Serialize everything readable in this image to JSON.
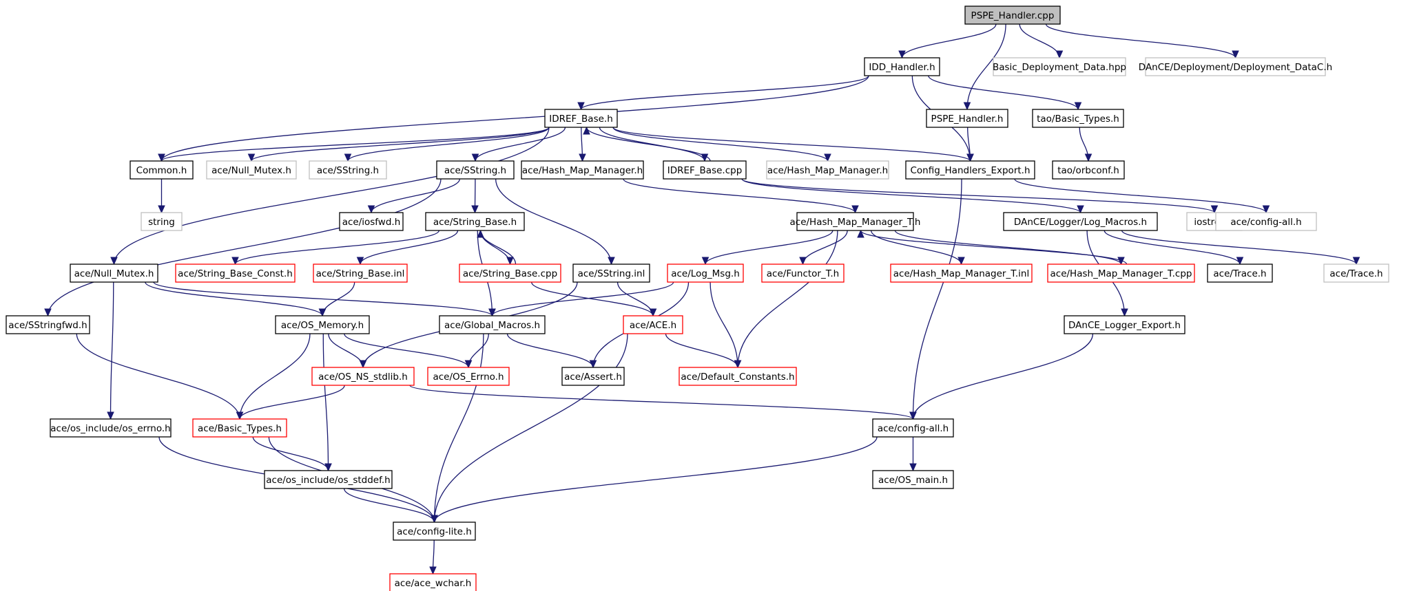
{
  "colors": {
    "edge": "#191970",
    "border_normal": "#000000",
    "border_missing": "#bfbfbf",
    "border_linked": "#ff0000",
    "root_fill": "#bfbfbf"
  },
  "nodes": [
    {
      "id": "n0",
      "label": "PSPE_Handler.cpp",
      "kind": "root"
    },
    {
      "id": "n1",
      "label": "IDD_Handler.h",
      "kind": "normal"
    },
    {
      "id": "n2",
      "label": "Basic_Deployment_Data.hpp",
      "kind": "missing"
    },
    {
      "id": "n3",
      "label": "DAnCE/Deployment/Deployment_DataC.h",
      "kind": "missing"
    },
    {
      "id": "n4",
      "label": "IDREF_Base.h",
      "kind": "normal"
    },
    {
      "id": "n5",
      "label": "PSPE_Handler.h",
      "kind": "normal"
    },
    {
      "id": "n6",
      "label": "tao/Basic_Types.h",
      "kind": "normal"
    },
    {
      "id": "n7",
      "label": "Common.h",
      "kind": "normal"
    },
    {
      "id": "n8",
      "label": "ace/Null_Mutex.h",
      "kind": "missing"
    },
    {
      "id": "n9",
      "label": "ace/SString.h",
      "kind": "missing"
    },
    {
      "id": "n10",
      "label": "ace/SString.h",
      "kind": "normal"
    },
    {
      "id": "n11",
      "label": "ace/Hash_Map_Manager.h",
      "kind": "normal"
    },
    {
      "id": "n12",
      "label": "IDREF_Base.cpp",
      "kind": "normal"
    },
    {
      "id": "n13",
      "label": "ace/Hash_Map_Manager.h",
      "kind": "missing"
    },
    {
      "id": "n14",
      "label": "Config_Handlers_Export.h",
      "kind": "normal"
    },
    {
      "id": "n15",
      "label": "tao/orbconf.h",
      "kind": "normal"
    },
    {
      "id": "n16",
      "label": "string",
      "kind": "missing"
    },
    {
      "id": "n17",
      "label": "ace/iosfwd.h",
      "kind": "normal"
    },
    {
      "id": "n18",
      "label": "ace/String_Base.h",
      "kind": "normal"
    },
    {
      "id": "n19",
      "label": "ace/Hash_Map_Manager_T.h",
      "kind": "normal"
    },
    {
      "id": "n20",
      "label": "DAnCE/Logger/Log_Macros.h",
      "kind": "normal"
    },
    {
      "id": "n21",
      "label": "iostream",
      "kind": "missing"
    },
    {
      "id": "n22",
      "label": "ace/config-all.h",
      "kind": "missing"
    },
    {
      "id": "n23",
      "label": "ace/Null_Mutex.h",
      "kind": "normal"
    },
    {
      "id": "n24",
      "label": "ace/String_Base_Const.h",
      "kind": "linked"
    },
    {
      "id": "n25",
      "label": "ace/String_Base.inl",
      "kind": "linked"
    },
    {
      "id": "n26",
      "label": "ace/String_Base.cpp",
      "kind": "linked"
    },
    {
      "id": "n27",
      "label": "ace/SString.inl",
      "kind": "normal"
    },
    {
      "id": "n28",
      "label": "ace/Log_Msg.h",
      "kind": "linked"
    },
    {
      "id": "n29",
      "label": "ace/Functor_T.h",
      "kind": "linked"
    },
    {
      "id": "n30",
      "label": "ace/Hash_Map_Manager_T.inl",
      "kind": "linked"
    },
    {
      "id": "n31",
      "label": "ace/Hash_Map_Manager_T.cpp",
      "kind": "linked"
    },
    {
      "id": "n32",
      "label": "ace/Trace.h",
      "kind": "normal"
    },
    {
      "id": "n33",
      "label": "ace/Trace.h",
      "kind": "missing"
    },
    {
      "id": "n34",
      "label": "ace/SStringfwd.h",
      "kind": "normal"
    },
    {
      "id": "n35",
      "label": "ace/OS_Memory.h",
      "kind": "normal"
    },
    {
      "id": "n36",
      "label": "ace/Global_Macros.h",
      "kind": "normal"
    },
    {
      "id": "n37",
      "label": "ace/ACE.h",
      "kind": "linked"
    },
    {
      "id": "n38",
      "label": "DAnCE_Logger_Export.h",
      "kind": "normal"
    },
    {
      "id": "n39",
      "label": "ace/OS_NS_stdlib.h",
      "kind": "linked"
    },
    {
      "id": "n40",
      "label": "ace/OS_Errno.h",
      "kind": "linked"
    },
    {
      "id": "n41",
      "label": "ace/Assert.h",
      "kind": "normal"
    },
    {
      "id": "n42",
      "label": "ace/Default_Constants.h",
      "kind": "linked"
    },
    {
      "id": "n43",
      "label": "ace/os_include/os_errno.h",
      "kind": "normal"
    },
    {
      "id": "n44",
      "label": "ace/Basic_Types.h",
      "kind": "linked"
    },
    {
      "id": "n45",
      "label": "ace/config-all.h",
      "kind": "normal"
    },
    {
      "id": "n46",
      "label": "ace/os_include/os_stddef.h",
      "kind": "normal"
    },
    {
      "id": "n47",
      "label": "ace/OS_main.h",
      "kind": "normal"
    },
    {
      "id": "n48",
      "label": "ace/config-lite.h",
      "kind": "normal"
    },
    {
      "id": "n49",
      "label": "ace/ace_wchar.h",
      "kind": "linked"
    }
  ],
  "edges": [
    [
      "n0",
      "n1"
    ],
    [
      "n0",
      "n5"
    ],
    [
      "n0",
      "n2"
    ],
    [
      "n0",
      "n3"
    ],
    [
      "n1",
      "n4"
    ],
    [
      "n1",
      "n7"
    ],
    [
      "n1",
      "n6"
    ],
    [
      "n1",
      "n14"
    ],
    [
      "n5",
      "n14"
    ],
    [
      "n6",
      "n15"
    ],
    [
      "n4",
      "n7"
    ],
    [
      "n4",
      "n8"
    ],
    [
      "n4",
      "n9"
    ],
    [
      "n4",
      "n10"
    ],
    [
      "n4",
      "n11"
    ],
    [
      "n4",
      "n12"
    ],
    [
      "n4",
      "n13"
    ],
    [
      "n4",
      "n14"
    ],
    [
      "n4",
      "n23"
    ],
    [
      "n12",
      "n4"
    ],
    [
      "n12",
      "n21"
    ],
    [
      "n12",
      "n20"
    ],
    [
      "n7",
      "n16"
    ],
    [
      "n10",
      "n17"
    ],
    [
      "n10",
      "n18"
    ],
    [
      "n10",
      "n27"
    ],
    [
      "n10",
      "n34"
    ],
    [
      "n11",
      "n19"
    ],
    [
      "n14",
      "n22"
    ],
    [
      "n14",
      "n45"
    ],
    [
      "n18",
      "n24"
    ],
    [
      "n18",
      "n25"
    ],
    [
      "n18",
      "n26"
    ],
    [
      "n18",
      "n36"
    ],
    [
      "n26",
      "n18"
    ],
    [
      "n26",
      "n37"
    ],
    [
      "n27",
      "n37"
    ],
    [
      "n27",
      "n39"
    ],
    [
      "n19",
      "n28"
    ],
    [
      "n19",
      "n29"
    ],
    [
      "n19",
      "n30"
    ],
    [
      "n19",
      "n31"
    ],
    [
      "n19",
      "n42"
    ],
    [
      "n31",
      "n19"
    ],
    [
      "n20",
      "n32"
    ],
    [
      "n20",
      "n33"
    ],
    [
      "n20",
      "n38"
    ],
    [
      "n23",
      "n35"
    ],
    [
      "n23",
      "n36"
    ],
    [
      "n23",
      "n43"
    ],
    [
      "n25",
      "n35"
    ],
    [
      "n28",
      "n36"
    ],
    [
      "n28",
      "n41"
    ],
    [
      "n28",
      "n42"
    ],
    [
      "n34",
      "n44"
    ],
    [
      "n35",
      "n39"
    ],
    [
      "n35",
      "n40"
    ],
    [
      "n35",
      "n44"
    ],
    [
      "n35",
      "n46"
    ],
    [
      "n36",
      "n40"
    ],
    [
      "n36",
      "n41"
    ],
    [
      "n36",
      "n48"
    ],
    [
      "n37",
      "n42"
    ],
    [
      "n37",
      "n48"
    ],
    [
      "n38",
      "n45"
    ],
    [
      "n39",
      "n44"
    ],
    [
      "n39",
      "n45"
    ],
    [
      "n43",
      "n48"
    ],
    [
      "n44",
      "n46"
    ],
    [
      "n44",
      "n48"
    ],
    [
      "n45",
      "n47"
    ],
    [
      "n45",
      "n48"
    ],
    [
      "n46",
      "n48"
    ],
    [
      "n48",
      "n49"
    ]
  ]
}
